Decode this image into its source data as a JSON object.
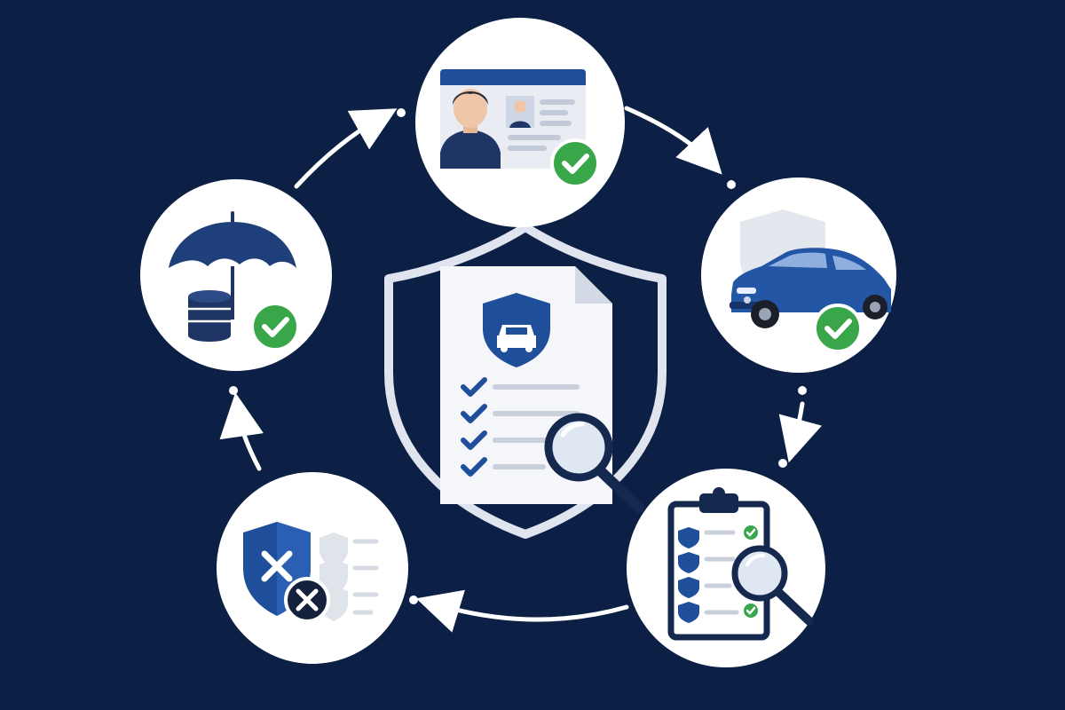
{
  "diagram": {
    "center": {
      "icon": "insurance-policy-document-icon"
    },
    "steps": [
      {
        "id": "identity",
        "icon": "id-card-icon",
        "status": "verified"
      },
      {
        "id": "vehicle",
        "icon": "car-icon",
        "status": "verified"
      },
      {
        "id": "checklist",
        "icon": "clipboard-review-icon",
        "status": "verified"
      },
      {
        "id": "rejection",
        "icon": "shield-rejected-icon",
        "status": "rejected"
      },
      {
        "id": "coverage",
        "icon": "umbrella-coins-icon",
        "status": "verified"
      }
    ],
    "flow": "clockwise"
  },
  "colors": {
    "background": "#0b2044",
    "navy": "#1f3f7a",
    "brand_blue": "#2a5aa8",
    "verified_green": "#3aa64a",
    "rejected_dark": "#16223d",
    "paper": "#f4f6fa",
    "line_gray": "#c9d0dc",
    "arrow_white": "#ffffff"
  }
}
